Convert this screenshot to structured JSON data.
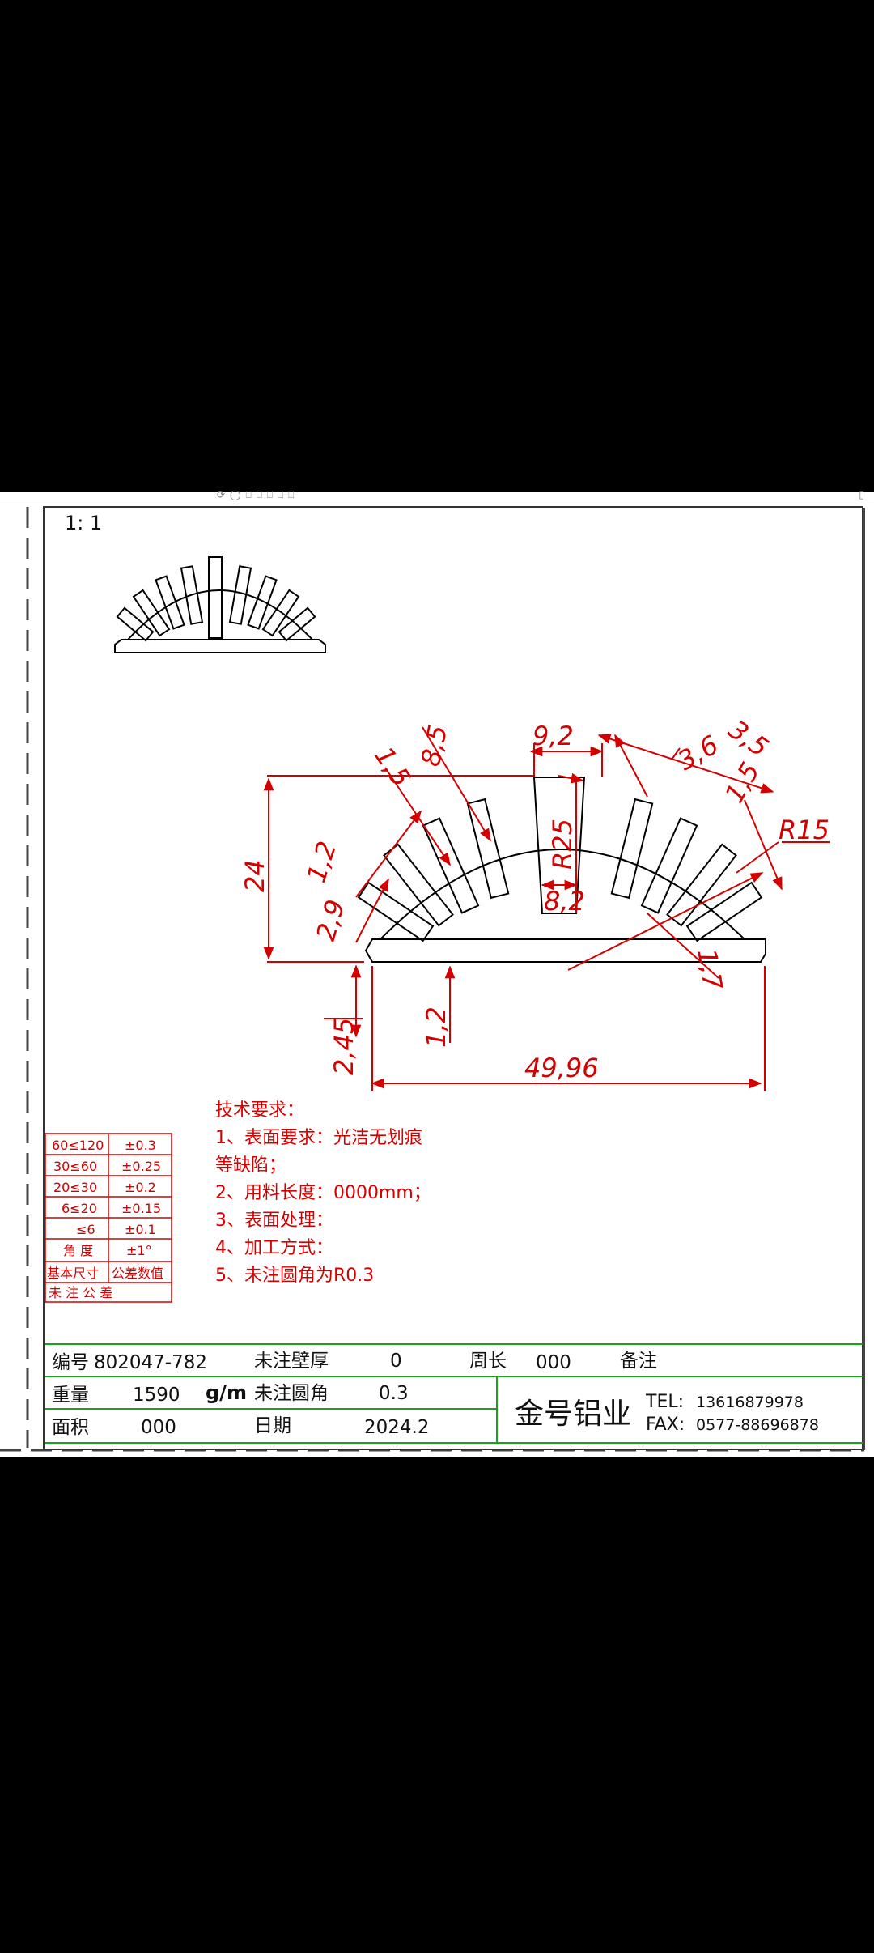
{
  "scale": "1: 1",
  "dimensions": {
    "top_width": "9,2",
    "pitch": "8,5",
    "fin_height": "1,5",
    "fin_width": "1,2",
    "root": "2,9",
    "slot_outer": "3,6",
    "slot_spacing": "3,5",
    "fin_height_right": "1,5",
    "radius_outer": "R15",
    "radius_inner": "R25",
    "slot_bottom": "8,2",
    "total_height": "24",
    "base_step": "2,45",
    "base_thickness": "1,2",
    "total_width": "49,96",
    "side_small": "1,7"
  },
  "requirements": {
    "title": "技术要求：",
    "items": [
      "1、表面要求：光洁无划痕",
      "等缺陷；",
      "2、用料长度：0000mm；",
      "3、表面处理：",
      "4、加工方式：",
      "5、未注圆角为R0.3"
    ]
  },
  "tolerance_table": {
    "rows": [
      {
        "range": "60≤120",
        "value": "±0.3"
      },
      {
        "range": "30≤60",
        "value": "±0.25"
      },
      {
        "range": "20≤30",
        "value": "±0.2"
      },
      {
        "range": "6≤20",
        "value": "±0.15"
      },
      {
        "range": "≤6",
        "value": "±0.1"
      },
      {
        "range": "角 度",
        "value": "±1°"
      }
    ],
    "header_left": "基本尺寸",
    "header_right": "公差数值",
    "footer": "未 注 公 差"
  },
  "title_block": {
    "code_label": "编号",
    "code_value": "802047-782",
    "wall_label": "未注壁厚",
    "wall_value": "0",
    "perimeter_label": "周长",
    "perimeter_value": "000",
    "remark_label": "备注",
    "weight_label": "重量",
    "weight_value": "1590",
    "weight_unit": "g/m",
    "fillet_label": "未注圆角",
    "fillet_value": "0.3",
    "area_label": "面积",
    "area_value": "000",
    "date_label": "日期",
    "date_value": "2024.2",
    "company": "金号铝业",
    "tel_label": "TEL:",
    "tel_value": "13616879978",
    "fax_label": "FAX:",
    "fax_value": "0577-88696878"
  },
  "colors": {
    "dimension": "#d40000",
    "title_block_line": "#1aa31a",
    "outline": "#000000"
  }
}
